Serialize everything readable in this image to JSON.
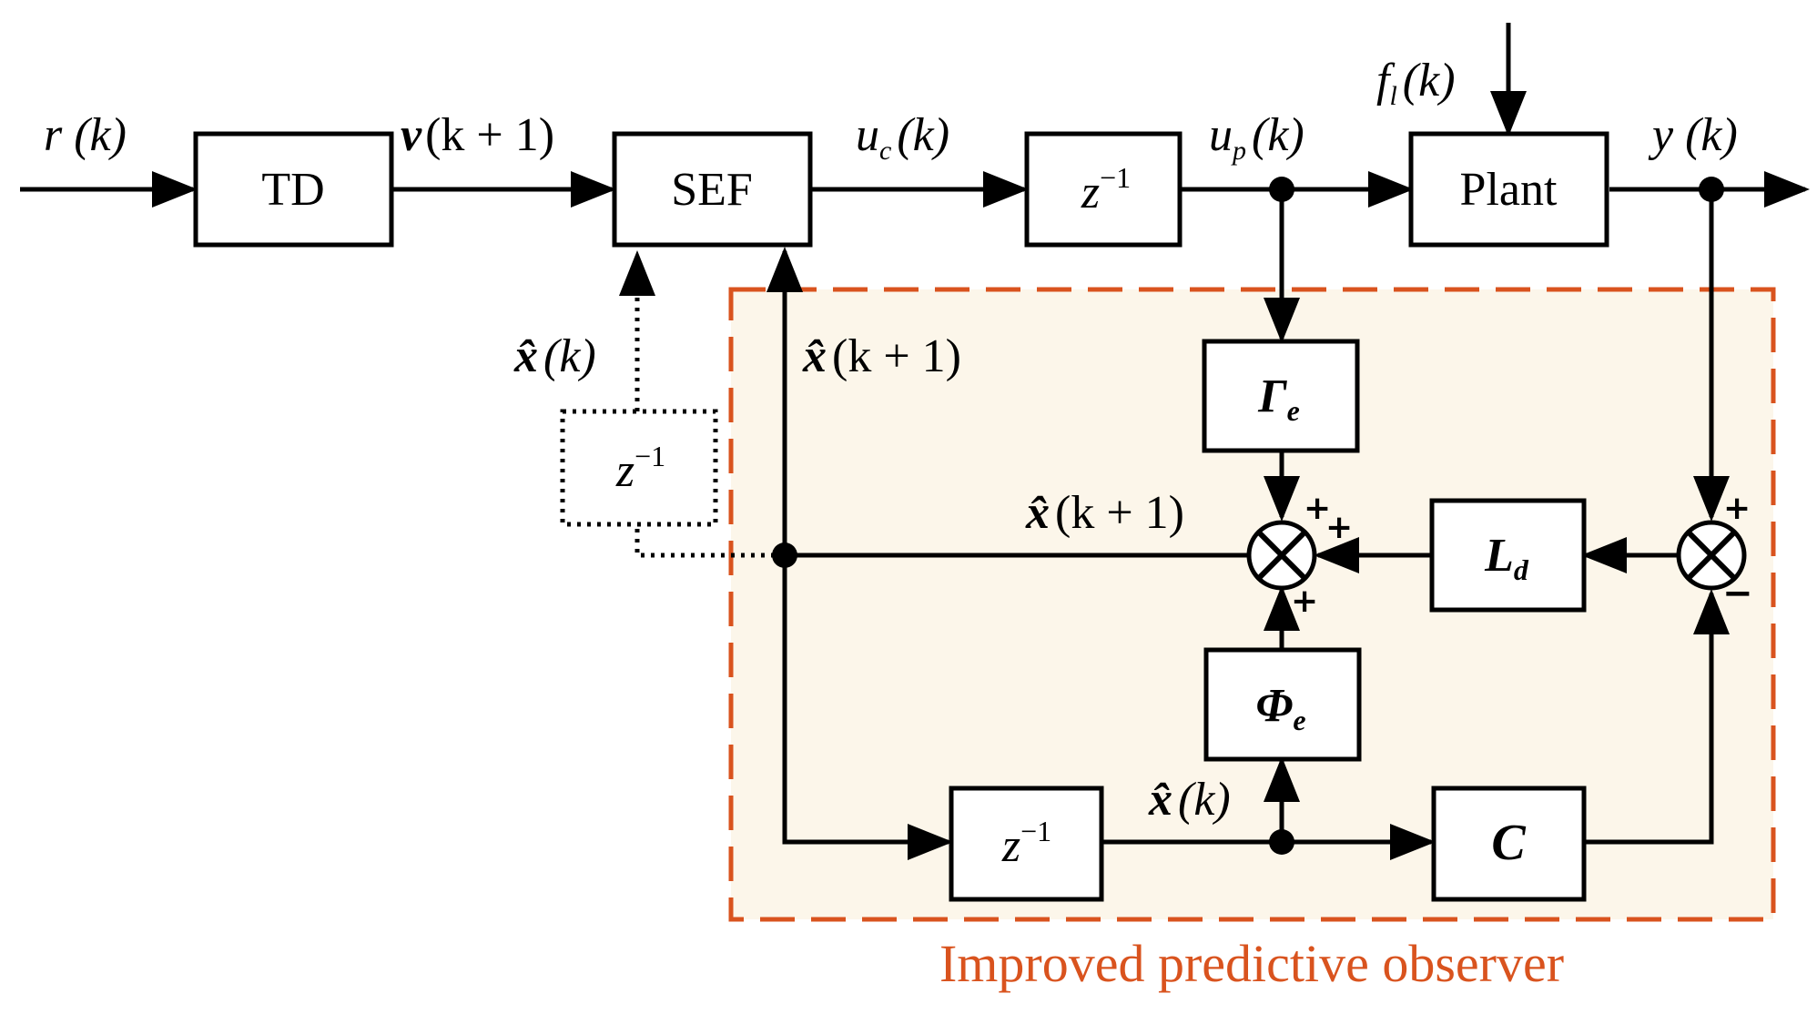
{
  "diagram": {
    "blocks": {
      "td": "TD",
      "sef": "SEF",
      "delay_main": "z",
      "plant": "Plant",
      "delay_dotted": "z",
      "delay_observer": "z",
      "gamma": "Γ",
      "gamma_sub": "e",
      "ld": "L",
      "ld_sub": "d",
      "phi": "Φ",
      "phi_sub": "e",
      "c": "C",
      "delay_exp": "−1"
    },
    "signals": {
      "r": "r (k)",
      "v": "v",
      "v_arg": "(k + 1)",
      "uc": "u",
      "uc_sub": "c",
      "uc_arg": "(k)",
      "up": "u",
      "up_sub": "p",
      "up_arg": "(k)",
      "fl": "f",
      "fl_sub": "l",
      "fl_arg": "(k)",
      "y": "y (k)",
      "xhat": "x̂",
      "arg_k": "(k)",
      "arg_k1": "(k + 1)"
    },
    "signs": {
      "plus": "+",
      "minus": "−"
    },
    "observer_label": "Improved predictive observer",
    "colors": {
      "observer_border": "#d9531e",
      "observer_fill": "#fcf6ea",
      "line": "#000000"
    }
  }
}
